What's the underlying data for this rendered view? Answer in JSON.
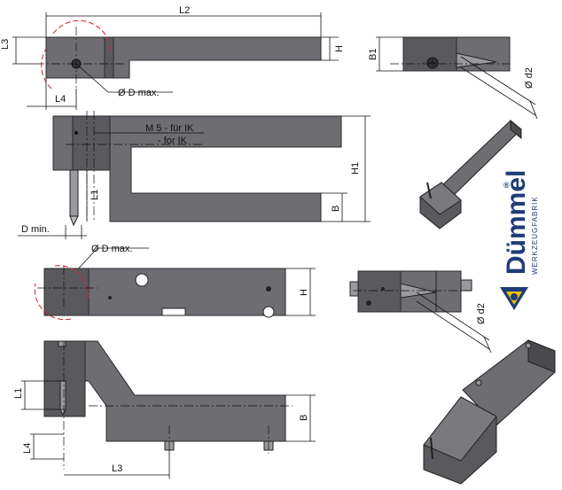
{
  "labels": {
    "L2": "L2",
    "L3_top": "L3",
    "H_top": "H",
    "L4_top": "L4",
    "dmax_top": "Ø D max.",
    "B1": "B1",
    "d2_top": "Ø d2",
    "m5_ik": "M 5 - für IK",
    "for_ik": "- for IK",
    "H1": "H1",
    "L1_mid": "L1",
    "B_mid": "B",
    "dmin": "D min.",
    "dmax_mid": "Ø D max.",
    "H_lower": "H",
    "d2_lower": "Ø d2",
    "L1_bot": "L1",
    "B_bot": "B",
    "L4_bot": "L4",
    "L3_bot": "L3"
  },
  "brand": {
    "name": "Dümmel",
    "registered": "®",
    "subtitle": "WERKZEUGFABRIK",
    "colors": {
      "primary": "#1e3c78",
      "accent": "#f0c000"
    }
  }
}
